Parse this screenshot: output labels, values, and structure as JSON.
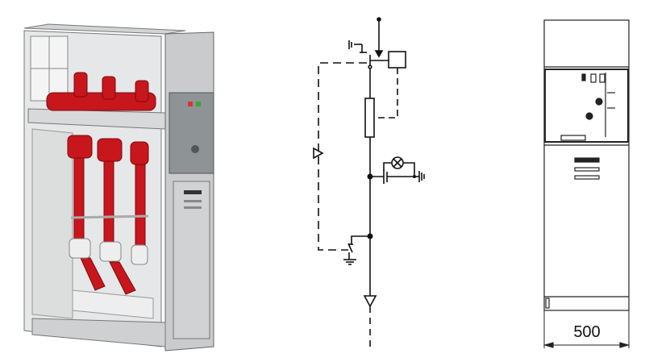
{
  "figure": {
    "views": [
      {
        "id": "cabinet-3d-view"
      },
      {
        "id": "single-line-diagram"
      },
      {
        "id": "front-view"
      }
    ],
    "front_view": {
      "width_dimension": "500"
    },
    "colors": {
      "insulator_red": "#c8161d",
      "cabinet_gray": "#c9cbcc",
      "panel_gray": "#8e9396",
      "line": "#111111"
    }
  }
}
